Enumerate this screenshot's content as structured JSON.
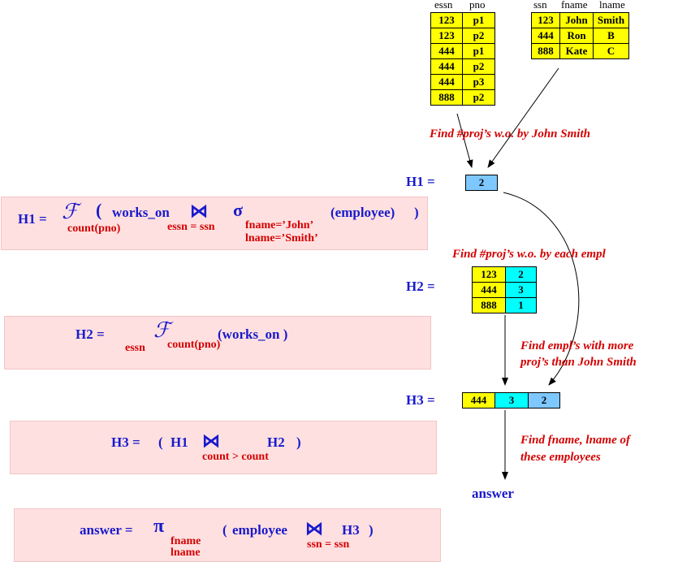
{
  "works_on": {
    "headers": [
      "essn",
      "pno"
    ],
    "rows": [
      [
        "123",
        "p1"
      ],
      [
        "123",
        "p2"
      ],
      [
        "444",
        "p1"
      ],
      [
        "444",
        "p2"
      ],
      [
        "444",
        "p3"
      ],
      [
        "888",
        "p2"
      ]
    ]
  },
  "employee": {
    "headers": [
      "ssn",
      "fname",
      "lname"
    ],
    "rows": [
      [
        "123",
        "John",
        "Smith"
      ],
      [
        "444",
        "Ron",
        "B"
      ],
      [
        "888",
        "Kate",
        "C"
      ]
    ]
  },
  "notes": {
    "n1": "Find #proj’s w.o. by John Smith",
    "n2": "Find #proj’s w.o. by each empl",
    "n3a": "Find empl’s with more",
    "n3b": "proj’s than John Smith",
    "n4a": "Find fname, lname of",
    "n4b": "these employees"
  },
  "labels": {
    "h1": "H1 =",
    "h2": "H2 =",
    "h3": "H3 =",
    "answer": "answer"
  },
  "h1_result": "2",
  "h2_result": [
    [
      "123",
      "2"
    ],
    [
      "444",
      "3"
    ],
    [
      "888",
      "1"
    ]
  ],
  "h3_result": [
    "444",
    "3",
    "2"
  ],
  "expr": {
    "h1": {
      "lhs": "H1 =",
      "F": "ℱ",
      "F_sub": "count(pno)",
      "open": "(",
      "works_on": "works_on",
      "join": "⋈",
      "join_sub": "essn = ssn",
      "sigma": "σ",
      "sigma_sub1": "fname=’John’",
      "sigma_sub2": "lname=’Smith’",
      "employee": "(employee)",
      "close": ")"
    },
    "h2": {
      "lhs": "H2 =",
      "group": "essn",
      "F": "ℱ",
      "F_sub": "count(pno)",
      "arg": "(works_on )"
    },
    "h3": {
      "lhs": "H3 =",
      "open": "(",
      "h1": "H1",
      "join": "⋈",
      "join_sub": "count > count",
      "h2": "H2",
      "close": ")"
    },
    "answer": {
      "lhs": "answer =",
      "pi": "π",
      "pi_sub1": "fname",
      "pi_sub2": "lname",
      "open": "(",
      "employee": "employee",
      "join": "⋈",
      "join_sub": "ssn = ssn",
      "h3": "H3",
      "close": ")"
    }
  },
  "colors": {
    "yellow": "#ffff00",
    "cyan": "#00ffff",
    "lightblue": "#7ec8ff",
    "pink": "#ffe0e0",
    "red": "#d40000",
    "blue": "#1a1acc"
  }
}
